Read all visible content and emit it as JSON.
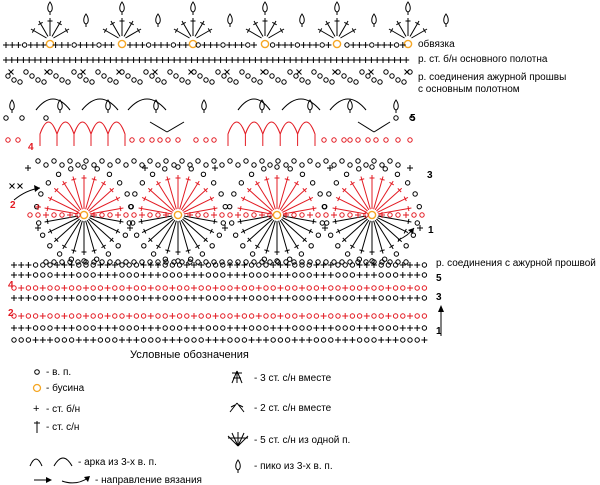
{
  "colors": {
    "ink": "#000000",
    "red": "#e31b23",
    "bead": "#f5a623"
  },
  "glyphs": {
    "chain": "o",
    "sc": "+",
    "dc": "†"
  },
  "labels": {
    "edging": "обвязка",
    "sc_row": "р. ст. б/н основного полотна",
    "join_lace_main_1": "р. соединения ажурной прошвы",
    "join_lace_main_2": "с основным полотном",
    "join_lace": "р. соединения с ажурной прошвой"
  },
  "row_numbers": {
    "lace_right": [
      "5",
      "3",
      "1"
    ],
    "lace_left": [
      "4",
      "2"
    ],
    "body_right": [
      "5",
      "3",
      "1"
    ],
    "body_left": [
      "4",
      "2"
    ]
  },
  "legend": {
    "title": "Условные обозначения",
    "items": [
      {
        "key": "chain",
        "text": "- в. п."
      },
      {
        "key": "bead",
        "text": "- бусина"
      },
      {
        "key": "sc",
        "text": "- ст. б/н"
      },
      {
        "key": "dc",
        "text": "- ст. с/н"
      },
      {
        "key": "arch",
        "text": "- арка из 3-х в. п."
      },
      {
        "key": "direction",
        "text": "- направление вязания"
      },
      {
        "key": "dc3tog",
        "text": "- 3 ст. с/н вместе"
      },
      {
        "key": "dc2tog",
        "text": "- 2 ст. с/н вместе"
      },
      {
        "key": "fan5",
        "text": "- 5 ст. с/н из одной п."
      },
      {
        "key": "picot",
        "text": "- пико из 3-х в. п."
      }
    ]
  }
}
